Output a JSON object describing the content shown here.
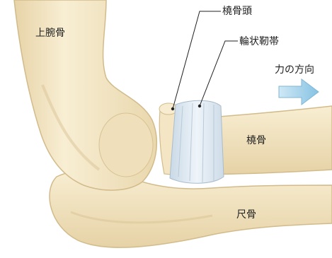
{
  "labels": {
    "humerus": "上腕骨",
    "radial_head": "橈骨頭",
    "annular_ligament": "輪状靭帯",
    "force_direction": "力の方向",
    "radius": "橈骨",
    "ulna": "尺骨"
  },
  "colors": {
    "bone_fill": "#f5e9c8",
    "bone_shadow": "#dcc79a",
    "ligament": "#dfeaf3",
    "arrow": "#9fd0ea",
    "leader_line": "#222222"
  },
  "icons": {
    "force_arrow": "right-arrow-icon"
  }
}
